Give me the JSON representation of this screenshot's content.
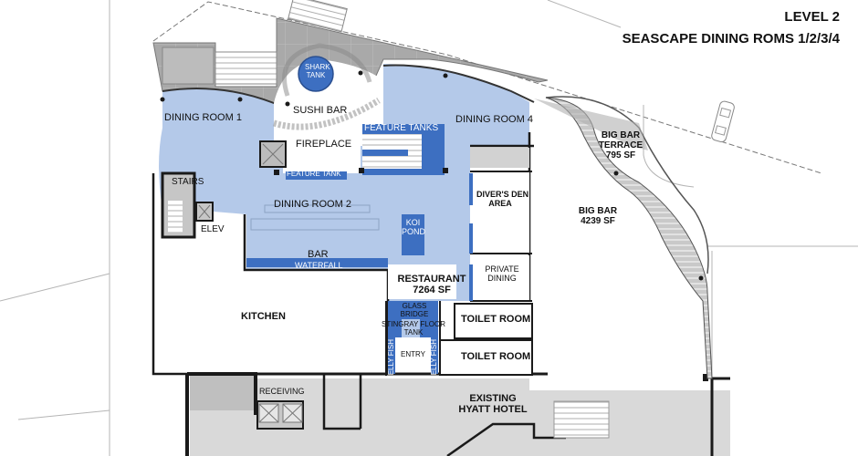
{
  "title": {
    "level": "LEVEL 2",
    "subtitle": "SEASCAPE DINING ROMS 1/2/3/4"
  },
  "colors": {
    "dining_area": "#b4c9e9",
    "water_feature": "#3d6fc1",
    "existing_building": "#d9d9d9",
    "wall": "#1a1a1a",
    "terrace_hatch": "#c8c8c8"
  },
  "rooms": {
    "dining_room_1": "DINING ROOM 1",
    "sushi_bar": "SUSHI BAR",
    "shark_tank_line1": "SHARK",
    "shark_tank_line2": "TANK",
    "fireplace": "FIREPLACE",
    "feature_tanks": "FEATURE TANKS",
    "feature_tank": "FEATURE TANK",
    "dining_room_4": "DINING ROOM 4",
    "stairs": "STAIRS",
    "elev": "ELEV",
    "dining_room_2": "DINING ROOM 2",
    "koi_pond_line1": "KOI",
    "koi_pond_line2": "POND",
    "bar": "BAR",
    "waterfall": "WATERFALL",
    "divers_den_line1": "DIVER'S DEN",
    "divers_den_line2": "AREA",
    "private_dining_line1": "PRIVATE",
    "private_dining_line2": "DINING",
    "restaurant_line1": "RESTAURANT",
    "restaurant_line2": "7264 SF",
    "kitchen": "KITCHEN",
    "glass_bridge_line1": "GLASS",
    "glass_bridge_line2": "BRIDGE",
    "stingray_line1": "STINGRAY FLOOR",
    "stingray_line2": "TANK",
    "jelly_fish_left": "JELLY FISH",
    "jelly_fish_right": "JELLY FISH",
    "entry": "ENTRY",
    "toilet_room_1": "TOILET ROOM",
    "toilet_room_2": "TOILET ROOM",
    "receiving": "RECEIVING",
    "existing_hotel_line1": "EXISTING",
    "existing_hotel_line2": "HYATT HOTEL",
    "big_bar_terrace_line1": "BIG BAR",
    "big_bar_terrace_line2": "TERRACE",
    "big_bar_terrace_line3": "795 SF",
    "big_bar_line1": "BIG BAR",
    "big_bar_line2": "4239 SF"
  }
}
